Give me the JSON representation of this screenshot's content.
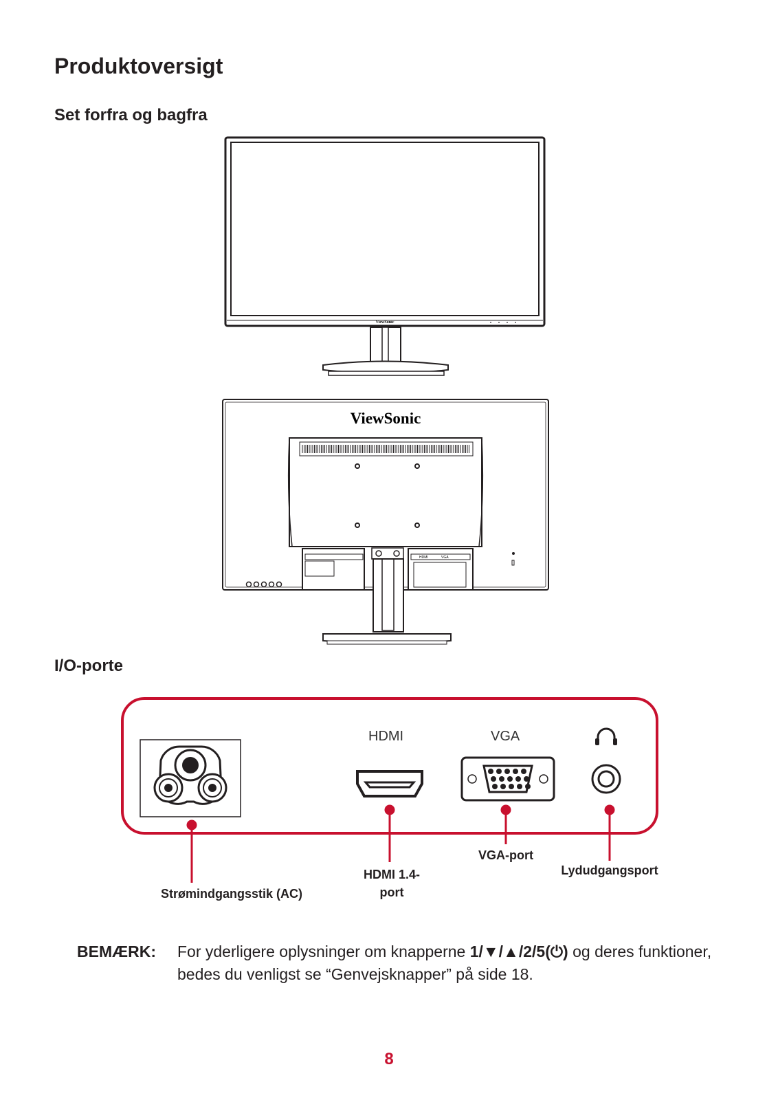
{
  "page_title": "Produktoversigt",
  "section_front_back": "Set forfra og bagfra",
  "section_io": "I/O-porte",
  "front_logo": "ViewSonic",
  "back_logo": "ViewSonic",
  "ports": {
    "hdmi_title": "HDMI",
    "vga_title": "VGA",
    "power_label": "Strømindgangsstik (AC)",
    "hdmi_label_line1": "HDMI 1.4-",
    "hdmi_label_line2": "port",
    "vga_label": "VGA-port",
    "audio_label": "Lydudgangsport",
    "headphone_icon": "headphone-icon"
  },
  "note": {
    "label": "BEMÆRK:",
    "text_before": "For yderligere oplysninger om knapperne ",
    "buttons": "1/▼/▲/2/5(⏻)",
    "text_after": " og deres funktioner, bedes du venligst se “Genvejsknapper” på side 18."
  },
  "colors": {
    "accent": "#c8102e",
    "text": "#231f20"
  },
  "page_number": "8"
}
